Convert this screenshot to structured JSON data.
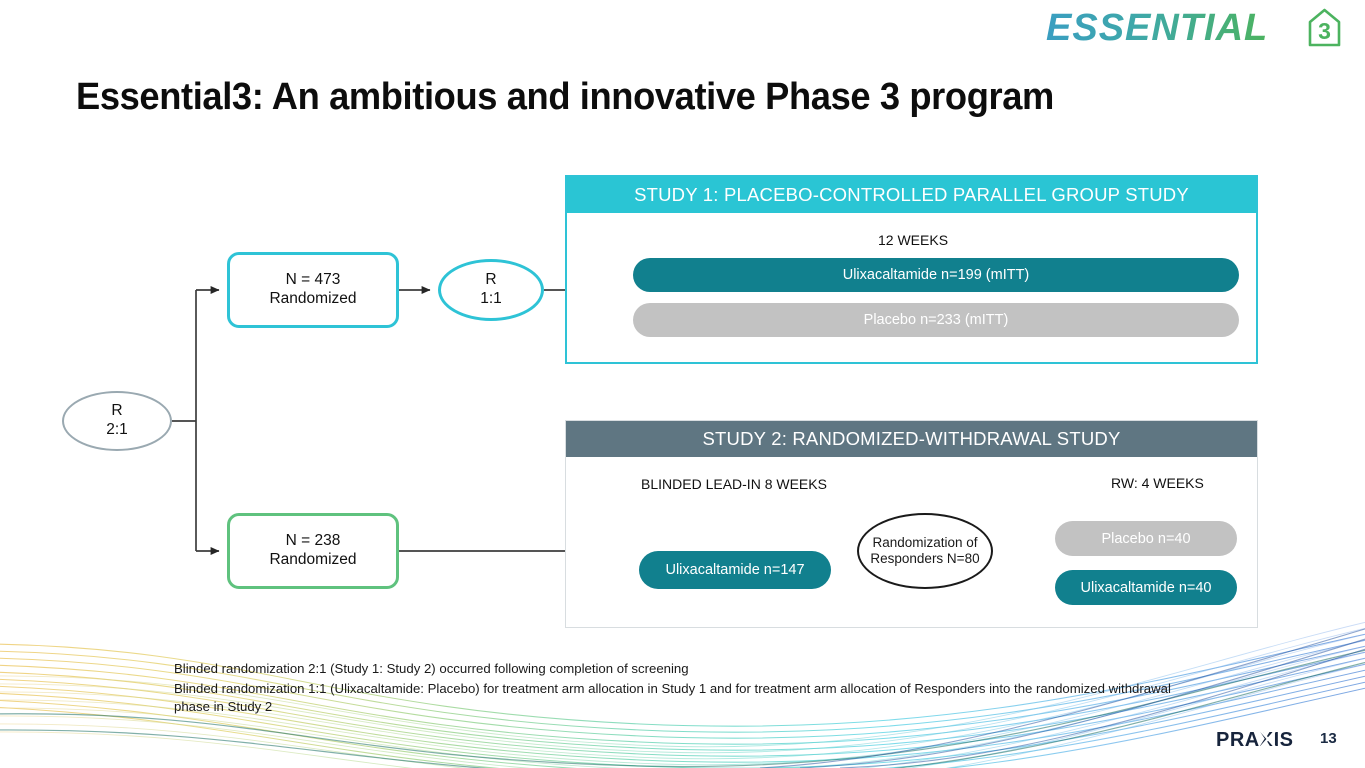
{
  "brand": {
    "logo_text": "ESSENTIAL",
    "logo_badge": "3",
    "logo_colors": {
      "start": "#3a9ec1",
      "end": "#4cb35f",
      "badge": "#4cb35f"
    }
  },
  "title": "Essential3: An ambitious and innovative Phase 3 program",
  "flow": {
    "randomization_root": {
      "line1": "R",
      "line2": "2:1",
      "border_color": "#9aa9b1"
    },
    "box_study1": {
      "line1": "N = 473",
      "line2": "Randomized",
      "border_color": "#2ec3d6"
    },
    "box_study2": {
      "line1": "N = 238",
      "line2": "Randomized",
      "border_color": "#5fc27e"
    },
    "randomization_1to1": {
      "line1": "R",
      "line2": "1:1",
      "border_color": "#2ec3d6"
    }
  },
  "study1": {
    "header": "STUDY 1: PLACEBO-CONTROLLED PARALLEL GROUP STUDY",
    "header_color": "#2ac5d4",
    "phase_label": "12 WEEKS",
    "arms": [
      {
        "label": "Ulixacaltamide n=199 (mITT)",
        "color": "#11808e"
      },
      {
        "label": "Placebo n=233 (mITT)",
        "color": "#c2c2c2"
      }
    ]
  },
  "study2": {
    "header": "STUDY 2: RANDOMIZED-WITHDRAWAL STUDY",
    "header_color": "#5f7682",
    "phase_label_left": "BLINDED LEAD-IN 8 WEEKS",
    "phase_label_right": "RW: 4 WEEKS",
    "lead_in_arm": {
      "label": "Ulixacaltamide n=147",
      "color": "#11808e"
    },
    "responder_node": {
      "line1": "Randomization of",
      "line2": "Responders N=80"
    },
    "rw_arms": [
      {
        "label": "Placebo n=40",
        "color": "#c2c2c2"
      },
      {
        "label": "Ulixacaltamide n=40",
        "color": "#11808e"
      }
    ]
  },
  "footnotes": [
    "Blinded randomization 2:1 (Study 1: Study 2) occurred following completion of screening",
    "Blinded randomization 1:1 (Ulixacaltamide: Placebo) for treatment arm allocation in Study 1 and for treatment arm allocation of Responders into the randomized withdrawal phase in Study 2"
  ],
  "footer": {
    "company": "PRAXIS",
    "page_number": "13"
  }
}
